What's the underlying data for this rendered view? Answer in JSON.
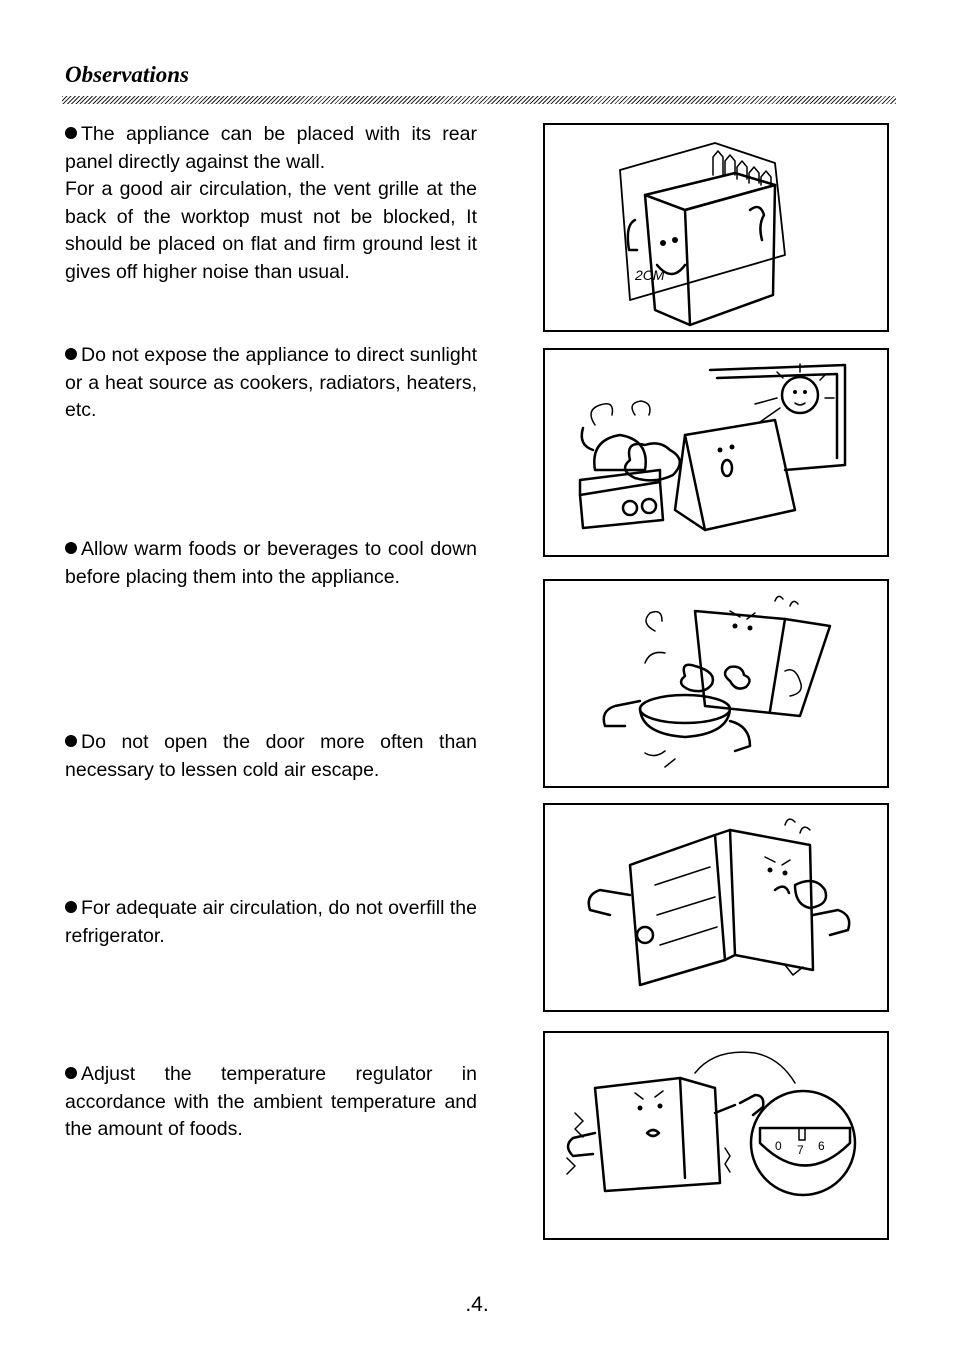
{
  "header": {
    "title": "Observations"
  },
  "items": [
    {
      "paragraphs": [
        "The appliance can be placed with its rear panel directly against the wall.",
        "For a good air circulation, the vent grille at the back of the worktop must not be blocked, It should be placed on flat and firm ground lest it gives off higher noise than usual."
      ]
    },
    {
      "paragraphs": [
        "Do not expose the appliance to direct sunlight or a heat source as cookers, radiators, heaters, etc."
      ]
    },
    {
      "paragraphs": [
        "Allow warm foods or beverages to cool down before placing  them  into the appliance."
      ]
    },
    {
      "paragraphs": [
        "Do not open the door more often than necessary to lessen cold air escape."
      ]
    },
    {
      "paragraphs": [
        "For adequate air circulation, do not overfill the refrigerator."
      ]
    },
    {
      "paragraphs": [
        "Adjust the temperature regulator in accordance with the ambient temperature and the amount of foods."
      ]
    }
  ],
  "illustrations": {
    "clearance_label": "2CM",
    "dial_marks": [
      "0",
      "7",
      "6"
    ]
  },
  "footer": {
    "page_number": ".4."
  }
}
